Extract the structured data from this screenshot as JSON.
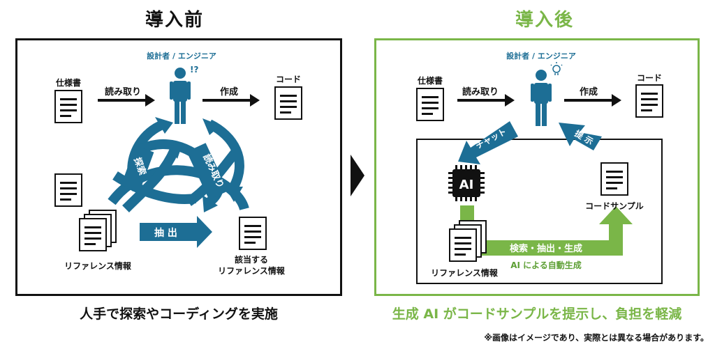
{
  "before": {
    "title": "導入前",
    "caption": "人手で探索やコーディングを実施",
    "person_label": "設計者 / エンジニア",
    "spec_label": "仕様書",
    "code_label": "コード",
    "read_label": "読み取り",
    "create_label": "作成",
    "search_label": "探索",
    "read_label2": "読み取り",
    "extract_label": "抽 出",
    "reference_label": "リファレンス情報",
    "relevant_label_1": "該当する",
    "relevant_label_2": "リファレンス情報"
  },
  "after": {
    "title": "導入後",
    "caption": "生成 AI がコードサンプルを提示し、負担を軽減",
    "person_label": "設計者 / エンジニア",
    "spec_label": "仕様書",
    "code_label": "コード",
    "read_label": "読み取り",
    "create_label": "作成",
    "chat_label": "チャット",
    "present_label": "提 示",
    "ai_chip_label": "AI",
    "code_sample_label": "コードサンプル",
    "reference_label": "リファレンス情報",
    "pipeline_label": "検索・抽出・生成",
    "auto_gen_label": "AI による自動生成"
  },
  "footnote": "※画像はイメージであり、実際とは異なる場合があります。",
  "colors": {
    "blue": "#1d6e95",
    "green": "#7ab648",
    "dark_green_text": "#5d9f34",
    "black": "#111111"
  }
}
